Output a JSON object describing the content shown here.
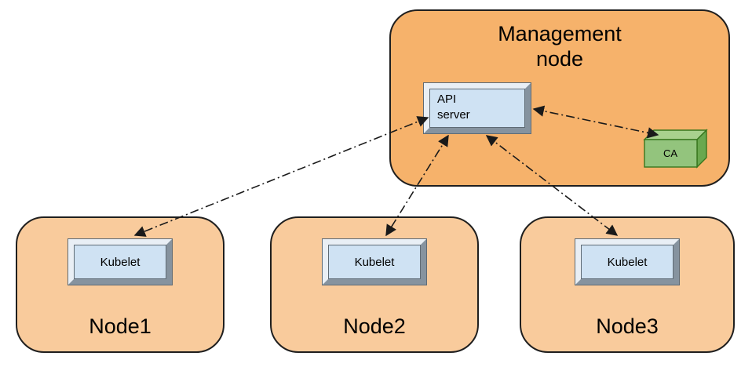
{
  "management_node": {
    "title": "Management\nnode",
    "api_server": {
      "label": "API\nserver"
    },
    "ca": {
      "label": "CA"
    }
  },
  "nodes": [
    {
      "label": "Node1",
      "kubelet_label": "Kubelet"
    },
    {
      "label": "Node2",
      "kubelet_label": "Kubelet"
    },
    {
      "label": "Node3",
      "kubelet_label": "Kubelet"
    }
  ],
  "colors": {
    "management_fill": "#f6b26b",
    "worker_fill": "#f9cb9c",
    "bevel_box_fill": "#cfe2f3",
    "ca_front": "#93c47d",
    "ca_side": "#6aa84f",
    "ca_top": "#a9d18e",
    "outline": "#1f1f1f",
    "arrow": "#1a1a1a"
  }
}
